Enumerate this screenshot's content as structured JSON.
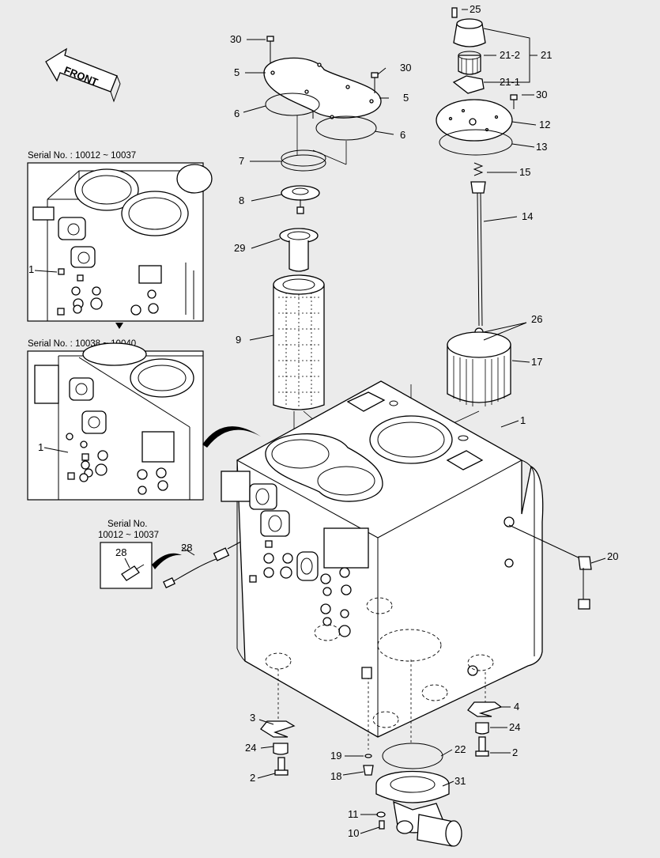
{
  "front_label": "FRONT",
  "insets": {
    "serial_a": "Serial No. : 10012 ~ 10037",
    "serial_b": "Serial No. : 10038 ~ 10040",
    "serial_c_line1": "Serial No.",
    "serial_c_line2": "10012 ~ 10037"
  },
  "callouts": {
    "c30a": "30",
    "c5a": "5",
    "c30b": "30",
    "c5b": "5",
    "c6a": "6",
    "c6b": "6",
    "c7": "7",
    "c8": "8",
    "c29": "29",
    "c9": "9",
    "c25": "25",
    "c21": "21",
    "c21_2": "21-2",
    "c21_1": "21-1",
    "c30c": "30",
    "c12": "12",
    "c13": "13",
    "c15": "15",
    "c14": "14",
    "c26": "26",
    "c17": "17",
    "c1a": "1",
    "c1b": "1",
    "c1c": "1",
    "c28a": "28",
    "c28b": "28",
    "c20": "20",
    "c3": "3",
    "c24a": "24",
    "c2a": "2",
    "c4": "4",
    "c24b": "24",
    "c2b": "2",
    "c19": "19",
    "c18": "18",
    "c22": "22",
    "c31": "31",
    "c11": "11",
    "c10": "10"
  }
}
